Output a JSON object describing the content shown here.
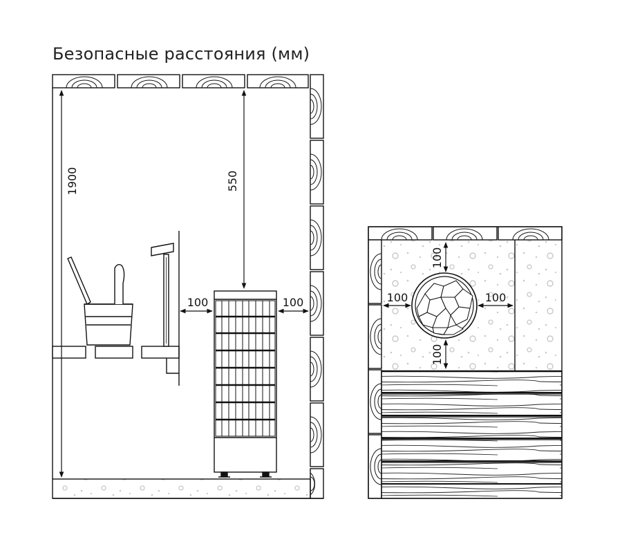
{
  "title": "Безопасные расстояния (мм)",
  "side_view": {
    "height_label": "1900",
    "ceiling_label": "550",
    "left_gap_label": "100",
    "right_gap_label": "100"
  },
  "top_view": {
    "top_gap_label": "100",
    "bottom_gap_label": "100",
    "left_gap_label": "100",
    "right_gap_label": "100"
  },
  "colors": {
    "line": "#111111",
    "background": "#ffffff",
    "gravel": "#d0d0d0"
  }
}
